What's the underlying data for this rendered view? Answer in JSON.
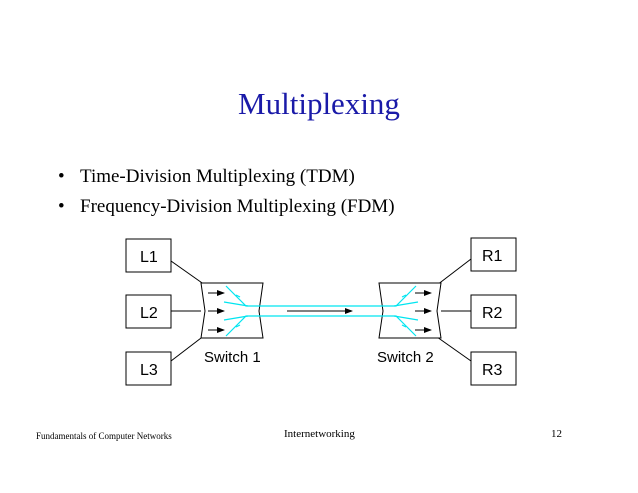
{
  "slide": {
    "title": "Multiplexing",
    "bullets": [
      "Time-Division Multiplexing (TDM)",
      "Frequency-Division Multiplexing (FDM)"
    ]
  },
  "diagram": {
    "left_nodes": [
      "L1",
      "L2",
      "L3"
    ],
    "right_nodes": [
      "R1",
      "R2",
      "R3"
    ],
    "switch_labels": [
      "Switch 1",
      "Switch 2"
    ],
    "link_color": "#00e5f0"
  },
  "footer": {
    "left": "Fundamentals of Computer Networks",
    "center": "Internetworking",
    "page": "12"
  }
}
